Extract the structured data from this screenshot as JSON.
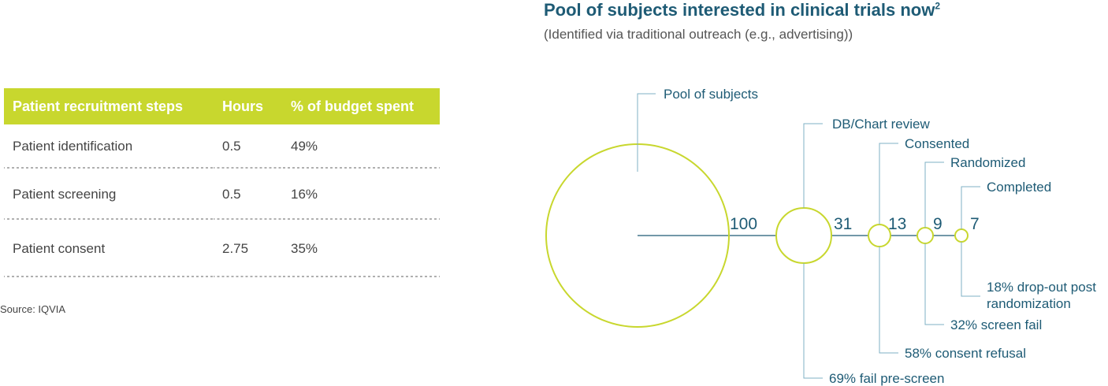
{
  "table": {
    "headers": [
      "Patient recruitment steps",
      "Hours",
      "% of budget spent"
    ],
    "rows": [
      {
        "step": "Patient identification",
        "hours": "0.5",
        "budget": "49%"
      },
      {
        "step": "Patient screening",
        "hours": "0.5",
        "budget": "16%"
      },
      {
        "step": "Patient consent",
        "hours": "2.75",
        "budget": "35%"
      }
    ],
    "source": "Source: IQVIA"
  },
  "funnel": {
    "title": "Pool of subjects interested in clinical trials now",
    "title_sup": "2",
    "subtitle": "(Identified via traditional outreach (e.g., advertising))",
    "stages": [
      {
        "name": "Pool of subjects",
        "value": "100",
        "dropout": ""
      },
      {
        "name": "DB/Chart review",
        "value": "31",
        "dropout": "69% fail pre-screen"
      },
      {
        "name": "Consented",
        "value": "13",
        "dropout": "58% consent refusal"
      },
      {
        "name": "Randomized",
        "value": "9",
        "dropout": "32% screen fail"
      },
      {
        "name": "Completed",
        "value": "7",
        "dropout_line1": "18% drop-out post",
        "dropout_line2": "randomization"
      }
    ],
    "colors": {
      "circle": "#c8d72e",
      "line": "#1e5b75",
      "header_bg": "#c8d72e"
    }
  }
}
